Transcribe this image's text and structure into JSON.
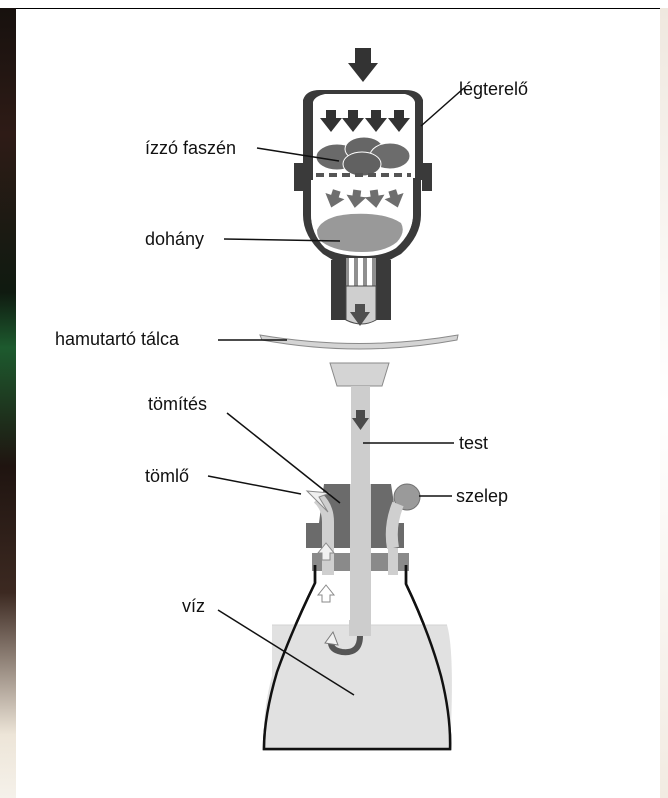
{
  "diagram": {
    "labels": {
      "deflector": "légterelő",
      "charcoal": "ízzó faszén",
      "tobacco": "dohány",
      "ash_tray": "hamutartó tálca",
      "grommet": "tömítés",
      "body": "test",
      "hose": "tömlő",
      "valve": "szelep",
      "water": "víz"
    },
    "colors": {
      "dark_gray": "#333333",
      "mid_gray": "#707070",
      "light_gray": "#c8c8c8",
      "water": "#e1e1e1",
      "outline": "#111111"
    }
  }
}
